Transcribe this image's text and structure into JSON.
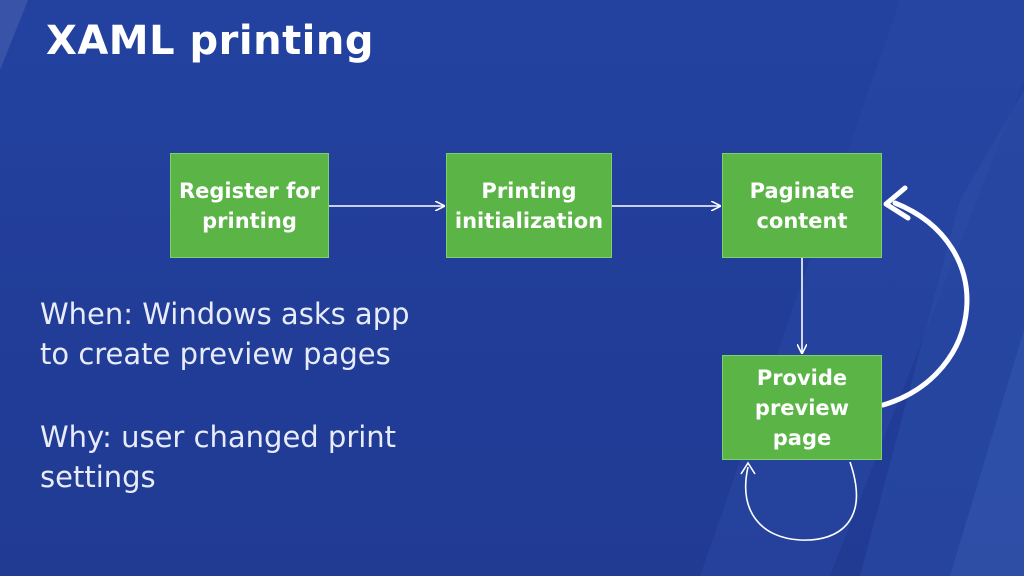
{
  "slide": {
    "title": "XAML printing",
    "colors": {
      "background": "#233f99",
      "box_fill": "#5ab446",
      "text": "#ffffff"
    }
  },
  "diagram": {
    "nodes": [
      {
        "id": "register",
        "label": "Register for\nprinting"
      },
      {
        "id": "init",
        "label": "Printing\ninitialization"
      },
      {
        "id": "paginate",
        "label": "Paginate\ncontent"
      },
      {
        "id": "preview",
        "label": "Provide\npreview\npage"
      }
    ],
    "edges": [
      {
        "from": "register",
        "to": "init"
      },
      {
        "from": "init",
        "to": "paginate"
      },
      {
        "from": "paginate",
        "to": "preview"
      },
      {
        "from": "preview",
        "to": "paginate",
        "style": "thick-loop"
      },
      {
        "from": "preview",
        "to": "preview",
        "style": "self-loop"
      }
    ]
  },
  "notes": {
    "when": "When: Windows asks app\nto create preview pages",
    "why": "Why: user changed print\nsettings"
  }
}
